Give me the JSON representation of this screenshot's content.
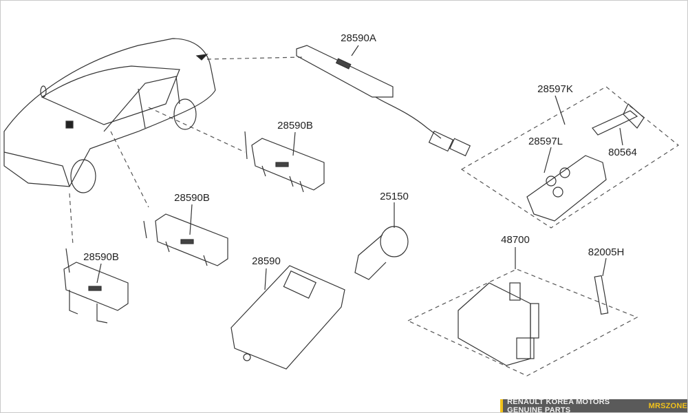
{
  "parts": [
    {
      "id": "28590A",
      "label": "28590A"
    },
    {
      "id": "28597K",
      "label": "28597K"
    },
    {
      "id": "28597L",
      "label": "28597L"
    },
    {
      "id": "80564",
      "label": "80564"
    },
    {
      "id": "28590B-1",
      "label": "28590B"
    },
    {
      "id": "28590B-2",
      "label": "28590B"
    },
    {
      "id": "28590B-3",
      "label": "28590B"
    },
    {
      "id": "25150",
      "label": "25150"
    },
    {
      "id": "48700",
      "label": "48700"
    },
    {
      "id": "82005H",
      "label": "82005H"
    },
    {
      "id": "28590",
      "label": "28590"
    }
  ],
  "banner": {
    "text": "RENAULT KOREA MOTORS GENUINE PARTS",
    "brand": "MRSZONE",
    "accent": "#f2c21b"
  }
}
